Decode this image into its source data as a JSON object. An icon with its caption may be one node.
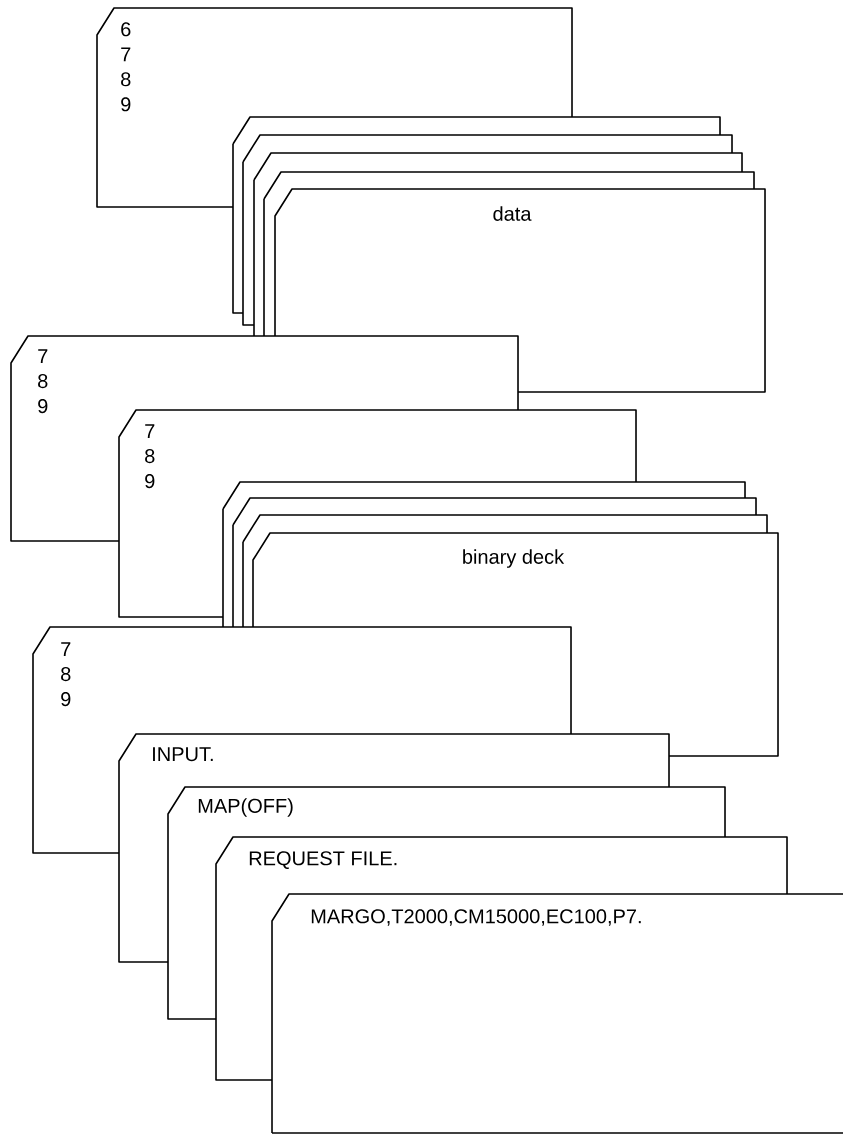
{
  "diagram": {
    "nodes": [
      {
        "text": [
          "6 7 8 9"
        ]
      },
      {
        "text": [],
        "shape": "card"
      },
      {
        "text": [],
        "shape": "card"
      },
      {
        "text": [],
        "shape": "card"
      },
      {
        "text": [],
        "shape": "card"
      },
      {
        "text": [
          "data"
        ]
      },
      {
        "text": [
          "7 8 9"
        ]
      },
      {
        "text": [
          "7 8 9"
        ]
      },
      {
        "text": [],
        "shape": "card"
      },
      {
        "text": [],
        "shape": "card"
      },
      {
        "text": [],
        "shape": "card"
      },
      {
        "text": [
          "binary deck"
        ]
      },
      {
        "text": [
          "7 8 9"
        ]
      },
      {
        "text": [
          "INPUT."
        ]
      },
      {
        "text": [
          "MAP(OFF)"
        ]
      },
      {
        "text": [
          "REQUEST FILE."
        ]
      },
      {
        "text": [
          "MARGO,T2000,CM15000,EC100,P7."
        ]
      }
    ]
  }
}
